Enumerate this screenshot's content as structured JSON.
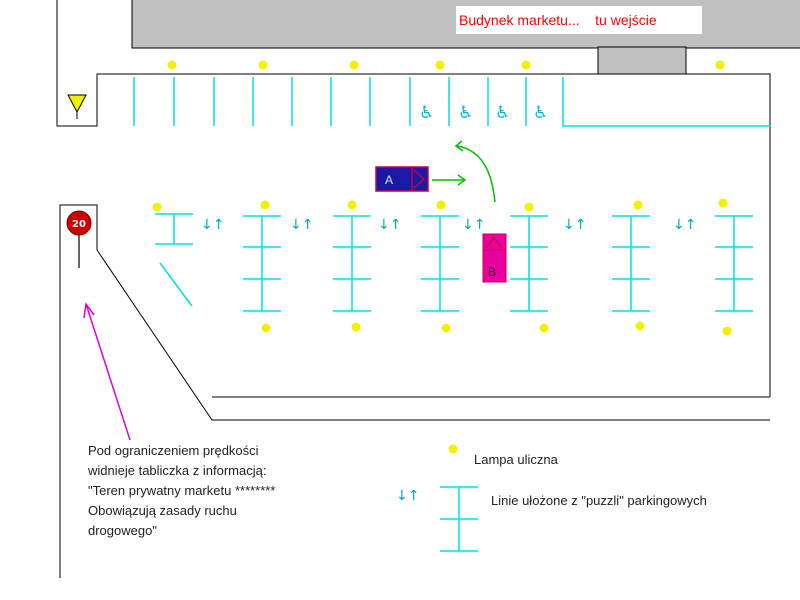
{
  "building": {
    "label": "Budynek marketu...    tu wejście"
  },
  "speed_sign": {
    "value": "20"
  },
  "cars": [
    {
      "label": "A",
      "color": "#1a1aa6"
    },
    {
      "label": "B",
      "color": "#e800a0"
    }
  ],
  "lane_direction_symbol": "↓↑",
  "note": {
    "text": "Pod ograniczeniem prędkości\nwidnieje tabliczka z informacją:\n\"Teren prywatny marketu ********\nObowiązują zasady ruchu\ndrogowego\""
  },
  "legend": {
    "lamp_label": "Lampa uliczna",
    "direction_symbol": "↓↑",
    "lines_label": "Linie ułożone z \"puzzli\" parkingowych"
  },
  "colors": {
    "building": "#c0c0c0",
    "parking_lines": "#00e0e0",
    "lamp": "#f2f200",
    "arrow_green": "#00c000",
    "arrow_magenta": "#e000e0",
    "text_red": "#ff0000",
    "sign_red": "#cc0000"
  }
}
